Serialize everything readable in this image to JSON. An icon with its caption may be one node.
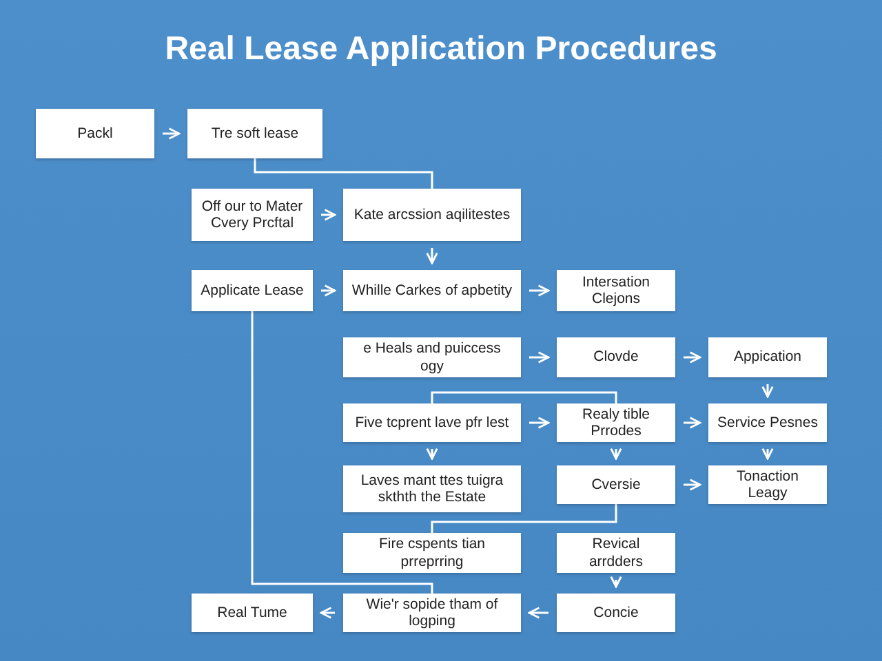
{
  "diagram": {
    "title": "Real Lease Application Procedures",
    "nodes": [
      {
        "text": [
          "Packl"
        ]
      },
      {
        "text": [
          "Tre soft lease"
        ]
      },
      {
        "text": [
          "Off our to Mater Cvery Prcftal"
        ]
      },
      {
        "text": [
          "Kate arcssion aqilitestes"
        ]
      },
      {
        "text": [
          "Applicate Lease"
        ]
      },
      {
        "text": [
          "Whille Carkes of apbetity"
        ]
      },
      {
        "text": [
          "Intersation Clejons"
        ]
      },
      {
        "text": [
          "e Heals and puiccess ogy"
        ]
      },
      {
        "text": [
          "Clovde"
        ]
      },
      {
        "text": [
          "Appication"
        ]
      },
      {
        "text": [
          "Five tcprent lave pfr lest"
        ]
      },
      {
        "text": [
          "Realy tible Prrodes"
        ]
      },
      {
        "text": [
          "Service Pesnes"
        ]
      },
      {
        "text": [
          "Laves mant ttes tuigra skthth the Estate"
        ]
      },
      {
        "text": [
          "Cversie"
        ]
      },
      {
        "text": [
          "Tonaction Leagy"
        ]
      },
      {
        "text": [
          "Fire cspents tian prreprring"
        ]
      },
      {
        "text": [
          "Revical arrdders"
        ]
      },
      {
        "text": [
          "Real Tume"
        ]
      },
      {
        "text": [
          "Wie'r sopide tham of logping"
        ]
      },
      {
        "text": [
          "Concie"
        ]
      }
    ],
    "edges": [
      {
        "from": 0,
        "to": 1,
        "arrow": "to"
      },
      {
        "from": 1,
        "to": 3,
        "arrow": "none"
      },
      {
        "from": 2,
        "to": 3,
        "arrow": "to"
      },
      {
        "from": 3,
        "to": 5,
        "arrow": "to"
      },
      {
        "from": 4,
        "to": 5,
        "arrow": "to"
      },
      {
        "from": 5,
        "to": 6,
        "arrow": "to"
      },
      {
        "from": 7,
        "to": 8,
        "arrow": "to"
      },
      {
        "from": 8,
        "to": 9,
        "arrow": "to"
      },
      {
        "from": 9,
        "to": 12,
        "arrow": "to"
      },
      {
        "from": 10,
        "to": 11,
        "arrow": "none"
      },
      {
        "from": 10,
        "to": 11,
        "arrow": "to"
      },
      {
        "from": 11,
        "to": 12,
        "arrow": "to"
      },
      {
        "from": 10,
        "to": 13,
        "arrow": "to"
      },
      {
        "from": 11,
        "to": 14,
        "arrow": "to"
      },
      {
        "from": 12,
        "to": 15,
        "arrow": "to"
      },
      {
        "from": 14,
        "to": 15,
        "arrow": "to"
      },
      {
        "from": 14,
        "to": 16,
        "arrow": "none"
      },
      {
        "from": 17,
        "to": 20,
        "arrow": "to"
      },
      {
        "from": 20,
        "to": 19,
        "arrow": "to"
      },
      {
        "from": 19,
        "to": 18,
        "arrow": "to"
      },
      {
        "from": 4,
        "to": 19,
        "arrow": "none"
      }
    ]
  }
}
